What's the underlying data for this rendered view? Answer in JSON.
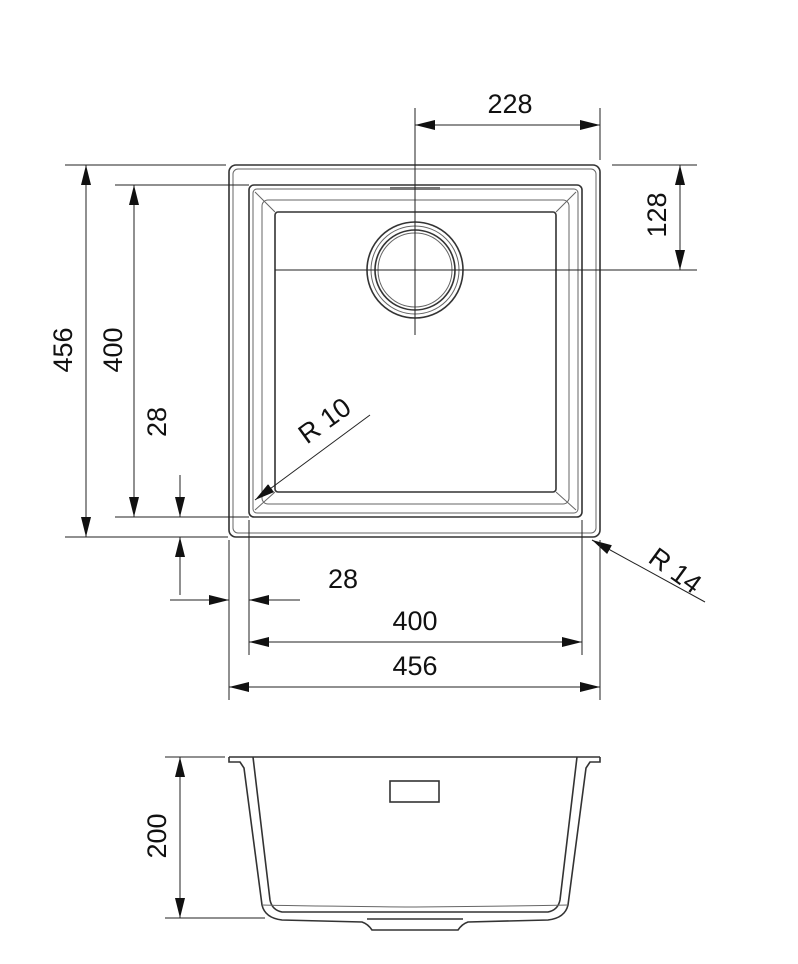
{
  "drawing": {
    "top_view": {
      "dims": {
        "drain_offset_x": "228",
        "drain_offset_y": "128",
        "outer_height": "456",
        "bowl_height": "400",
        "rim_bottom": "28",
        "rim_left": "28",
        "bowl_width": "400",
        "outer_width": "456",
        "inner_radius": "R 10",
        "outer_radius": "R 14"
      }
    },
    "side_view": {
      "dims": {
        "depth": "200"
      }
    },
    "colors": {
      "line": "#222222",
      "background": "#ffffff"
    }
  }
}
